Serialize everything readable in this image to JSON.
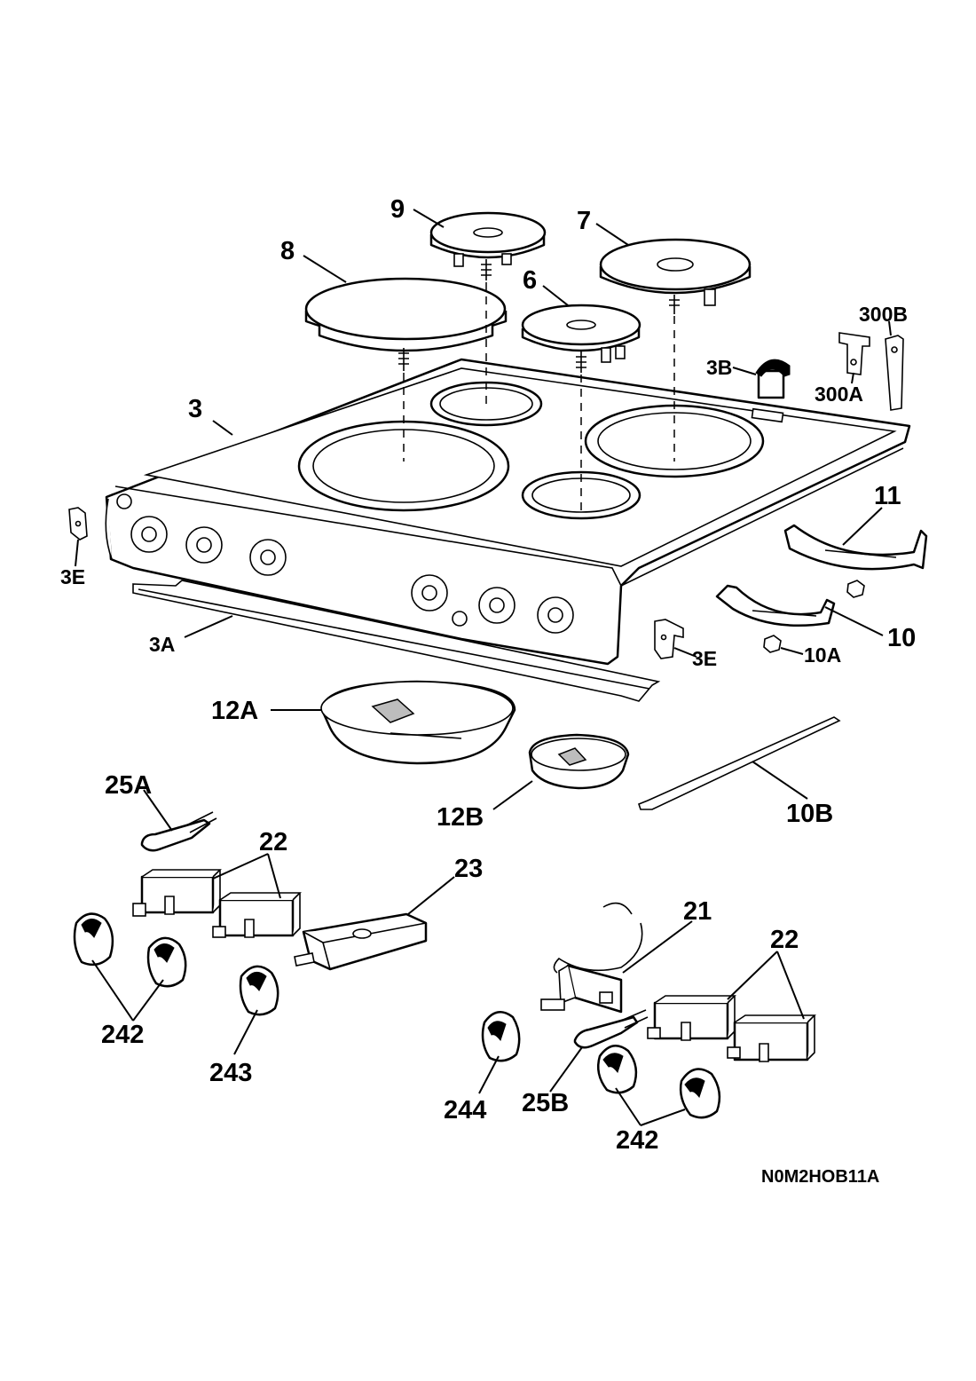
{
  "diagram": {
    "reference_code": "N0M2HOB11A",
    "callouts": {
      "c9": "9",
      "c7": "7",
      "c8": "8",
      "c6": "6",
      "c300b": "300B",
      "c3b": "3B",
      "c300a": "300A",
      "c3": "3",
      "c3e_left": "3E",
      "c11": "11",
      "c10": "10",
      "c10a": "10A",
      "c3e_right": "3E",
      "c3a": "3A",
      "c12a": "12A",
      "c12b": "12B",
      "c10b": "10B",
      "c25a": "25A",
      "c22_left": "22",
      "c23": "23",
      "c242_left": "242",
      "c243": "243",
      "c21": "21",
      "c22_right": "22",
      "c244": "244",
      "c25b": "25B",
      "c242_right": "242"
    }
  }
}
